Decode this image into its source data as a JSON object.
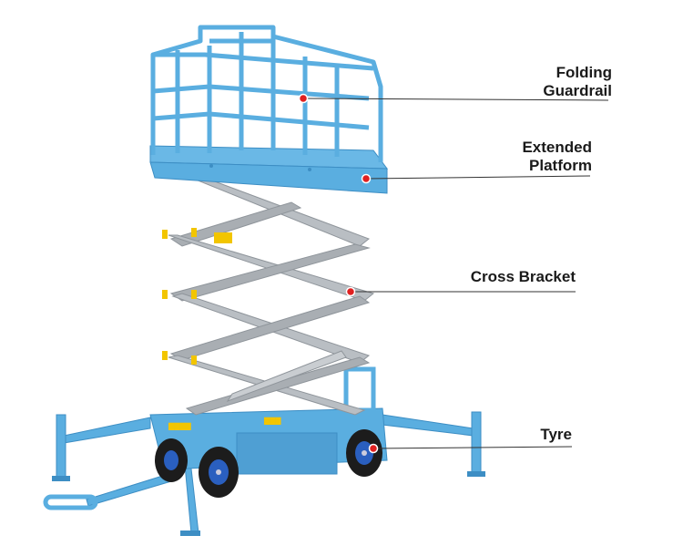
{
  "callouts": {
    "guardrail": {
      "line1": "Folding",
      "line2": "Guardrail"
    },
    "platform": {
      "line1": "Extended",
      "line2": "Platform"
    },
    "bracket": {
      "line1": "Cross Bracket"
    },
    "tyre": {
      "line1": "Tyre"
    }
  },
  "colors": {
    "frame_blue": "#5aaee0",
    "frame_blue_dark": "#3d8ec4",
    "scissor_grey": "#b9bec3",
    "scissor_grey_dark": "#8f959b",
    "marker_red": "#e02020",
    "leader_line": "#333333",
    "tyre_black": "#1c1c1c",
    "hub_blue": "#2a5fbf",
    "warning_yellow": "#f2c500"
  }
}
